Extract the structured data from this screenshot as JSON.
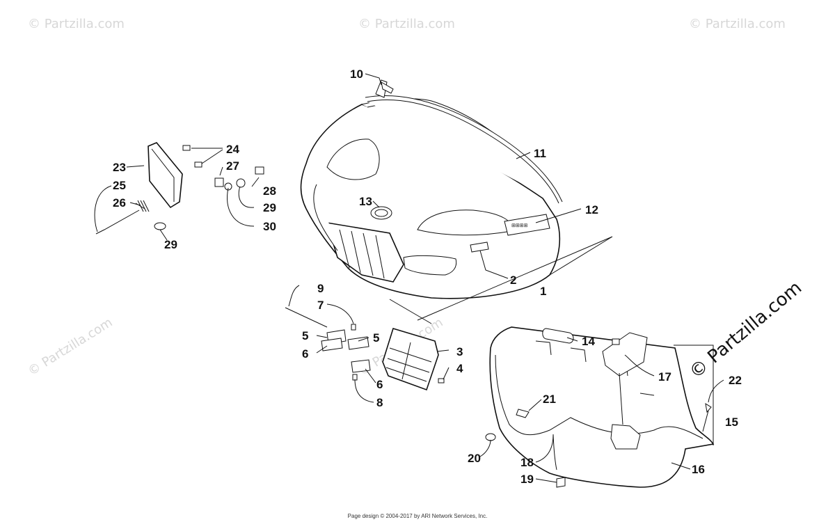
{
  "watermarks": {
    "small": "© Partzilla.com",
    "large": "© Partzilla.com"
  },
  "callouts": [
    {
      "id": "c1",
      "label": "1"
    },
    {
      "id": "c2",
      "label": "2"
    },
    {
      "id": "c3",
      "label": "3"
    },
    {
      "id": "c4",
      "label": "4"
    },
    {
      "id": "c5a",
      "label": "5"
    },
    {
      "id": "c5b",
      "label": "5"
    },
    {
      "id": "c6a",
      "label": "6"
    },
    {
      "id": "c6b",
      "label": "6"
    },
    {
      "id": "c7",
      "label": "7"
    },
    {
      "id": "c8",
      "label": "8"
    },
    {
      "id": "c9",
      "label": "9"
    },
    {
      "id": "c10",
      "label": "10"
    },
    {
      "id": "c11",
      "label": "11"
    },
    {
      "id": "c12",
      "label": "12"
    },
    {
      "id": "c13",
      "label": "13"
    },
    {
      "id": "c14",
      "label": "14"
    },
    {
      "id": "c15",
      "label": "15"
    },
    {
      "id": "c16",
      "label": "16"
    },
    {
      "id": "c17",
      "label": "17"
    },
    {
      "id": "c18",
      "label": "18"
    },
    {
      "id": "c19",
      "label": "19"
    },
    {
      "id": "c20",
      "label": "20"
    },
    {
      "id": "c21",
      "label": "21"
    },
    {
      "id": "c22",
      "label": "22"
    },
    {
      "id": "c23",
      "label": "23"
    },
    {
      "id": "c24",
      "label": "24"
    },
    {
      "id": "c25",
      "label": "25"
    },
    {
      "id": "c26",
      "label": "26"
    },
    {
      "id": "c27",
      "label": "27"
    },
    {
      "id": "c28",
      "label": "28"
    },
    {
      "id": "c29a",
      "label": "29"
    },
    {
      "id": "c29b",
      "label": "29"
    },
    {
      "id": "c30",
      "label": "30"
    }
  ],
  "footer": "Page design © 2004-2017 by ARI Network Services, Inc."
}
